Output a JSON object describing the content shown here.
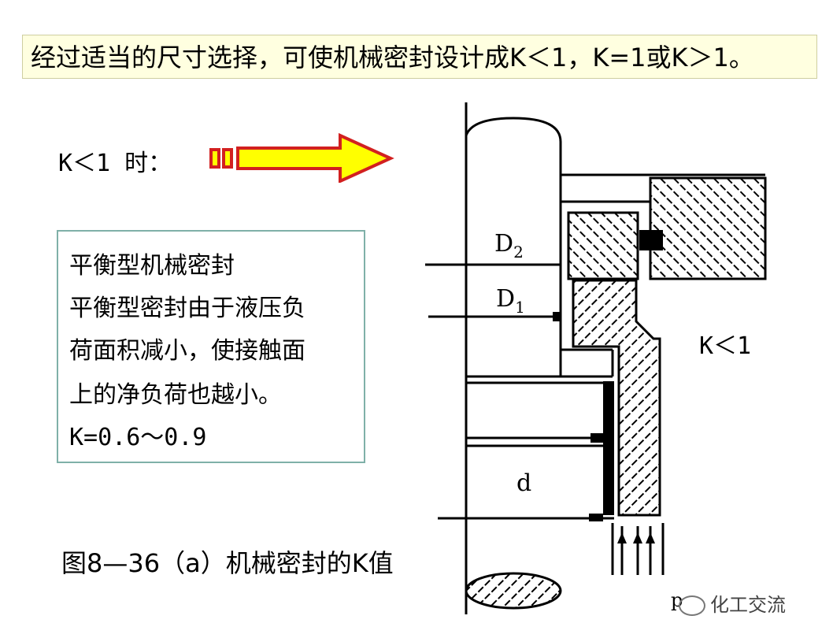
{
  "banner": {
    "text": "经过适当的尺寸选择，可使机械密封设计成K＜1，K=1或K＞1。"
  },
  "k_label": "K＜1 时：",
  "note": {
    "lines": [
      "平衡型机械密封",
      "平衡型密封由于液压负",
      "荷面积减小，使接触面",
      "上的净负荷也越小。",
      "K=0.6～0.9"
    ]
  },
  "caption": "图8—36（a）机械密封的K值",
  "diagram": {
    "d2": "D",
    "d2_sub": "2",
    "d1": "D",
    "d1_sub": "1",
    "d": "d",
    "k_right": "K＜1",
    "p": "p"
  },
  "watermark": "化工交流",
  "colors": {
    "banner_bg": "#ffffe0",
    "arrow_fill": "#ffff00",
    "arrow_stroke": "#d22020",
    "note_border": "#7fb0a8"
  }
}
